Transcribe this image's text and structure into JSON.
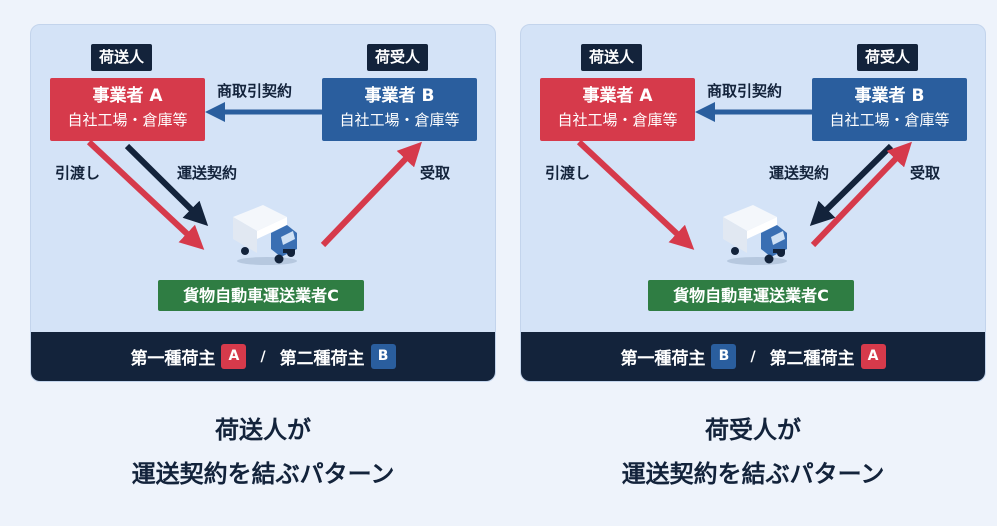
{
  "colors": {
    "background": "#eef3fb",
    "panel": "#d4e3f7",
    "navy": "#13233b",
    "red": "#d63a4b",
    "blue": "#2a5e9e",
    "green": "#2f7d43"
  },
  "panels": [
    {
      "sender_tag": "荷送人",
      "receiver_tag": "荷受人",
      "biz_a": {
        "name": "事業者 A",
        "sub": "自社工場・倉庫等"
      },
      "biz_b": {
        "name": "事業者 B",
        "sub": "自社工場・倉庫等"
      },
      "trade_label": "商取引契約",
      "handover_label": "引渡し",
      "transport_label": "運送契約",
      "receive_label": "受取",
      "carrier": "貨物自動車運送業者C",
      "footer": {
        "first_label": "第一種荷主",
        "first_badge": "A",
        "separator": "/",
        "second_label": "第二種荷主",
        "second_badge": "B"
      },
      "caption_line1": "荷送人が",
      "caption_line2": "運送契約を結ぶパターン"
    },
    {
      "sender_tag": "荷送人",
      "receiver_tag": "荷受人",
      "biz_a": {
        "name": "事業者 A",
        "sub": "自社工場・倉庫等"
      },
      "biz_b": {
        "name": "事業者 B",
        "sub": "自社工場・倉庫等"
      },
      "trade_label": "商取引契約",
      "handover_label": "引渡し",
      "transport_label": "運送契約",
      "receive_label": "受取",
      "carrier": "貨物自動車運送業者C",
      "footer": {
        "first_label": "第一種荷主",
        "first_badge": "B",
        "separator": "/",
        "second_label": "第二種荷主",
        "second_badge": "A"
      },
      "caption_line1": "荷受人が",
      "caption_line2": "運送契約を結ぶパターン"
    }
  ]
}
